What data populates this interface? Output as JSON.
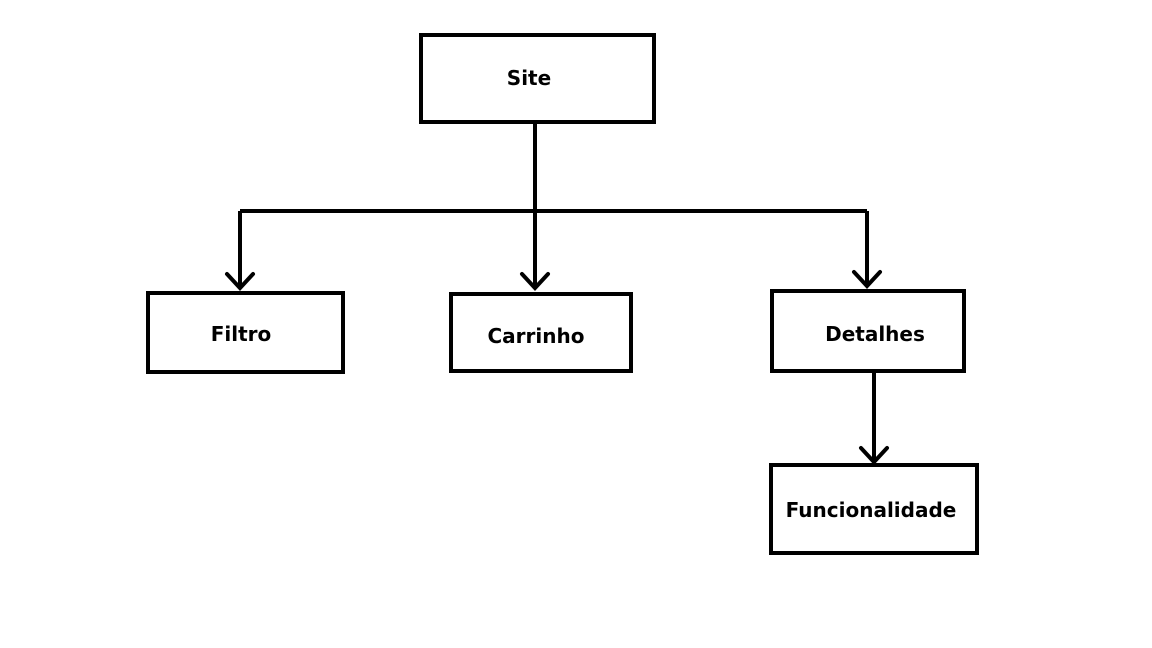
{
  "diagram": {
    "nodes": {
      "site": {
        "label": "Site"
      },
      "filtro": {
        "label": "Filtro"
      },
      "carrinho": {
        "label": "Carrinho"
      },
      "detalhes": {
        "label": "Detalhes"
      },
      "funcionalidade": {
        "label": "Funcionalidade"
      }
    },
    "edges": [
      {
        "from": "site",
        "to": "filtro"
      },
      {
        "from": "site",
        "to": "carrinho"
      },
      {
        "from": "site",
        "to": "detalhes"
      },
      {
        "from": "detalhes",
        "to": "funcionalidade"
      }
    ],
    "colors": {
      "stroke": "#000000",
      "background": "#ffffff"
    }
  }
}
